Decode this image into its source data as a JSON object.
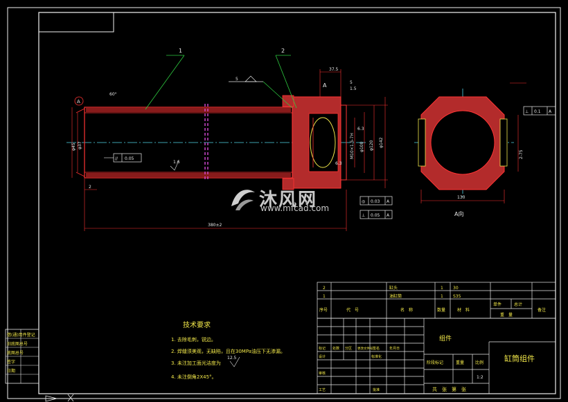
{
  "watermark": {
    "name": "沐风网",
    "url": "www.mfcad.com"
  },
  "parts_callouts": [
    "1",
    "2"
  ],
  "view_label_a_top": "A",
  "view_label_a_bottom": "A向",
  "datum_a": "A",
  "dims": {
    "d_outer": "φ45",
    "d_inner": "φ37",
    "length_total": "380±2",
    "chamfer": "60°",
    "gap": "2",
    "roughness_a": "1.6",
    "roughness_b": "6.3",
    "roughness_c": "6.3",
    "flange_37": "37.5",
    "flange_5": "5",
    "flange_15": "1.5",
    "thread": "M10×1.5-7H",
    "d_100": "φ100",
    "d_120": "φ120",
    "d_142": "φ142",
    "view_width": "130",
    "view_height": "2-75",
    "weld_5": "5"
  },
  "tolerance_frames": [
    {
      "symbol": "//",
      "value": "0.05"
    },
    {
      "symbol": "◎",
      "value": "0.03",
      "datum": "A"
    },
    {
      "symbol": "⊥",
      "value": "0.05",
      "datum": "A"
    },
    {
      "symbol": "⊥",
      "value": "0.1",
      "datum": "A"
    }
  ],
  "tech_requirements": {
    "title": "技术要求",
    "items": [
      "1.  去除毛刺，锐边。",
      "2.  焊缝须美观，无缺陷，且在30MPa油压下无渗漏。",
      "3.  未注加工面光洁度为",
      "4.  未注倒角2X45°。"
    ],
    "roughness_note": "12.5"
  },
  "bom": {
    "rows": [
      {
        "no": "2",
        "name": "缸头",
        "qty": "1",
        "material": "30"
      },
      {
        "no": "1",
        "name": "油缸筒",
        "qty": "1",
        "material": "S35"
      }
    ],
    "header": {
      "no": "序号",
      "code": "代　号",
      "name": "名　称",
      "qty": "数量",
      "material": "材　料",
      "single": "单件",
      "total": "总计",
      "weight": "重　量",
      "remark": "备注"
    }
  },
  "title_block": {
    "assembly": "组件",
    "drawing_name": "缸筒组件",
    "stage_label": "阶段标记",
    "weight_label": "重量",
    "scale_label": "比例",
    "scale_value": "1:2",
    "sheets": "共　张　第　张",
    "signature_cols": [
      "标记",
      "处数",
      "分区",
      "更改文件号",
      "签名",
      "年月日"
    ],
    "signature_rows": [
      "设计",
      "审核",
      "工艺"
    ],
    "standardize": "标准化",
    "approve": "批准"
  },
  "side_strip": [
    "借(通)用件登记",
    "旧底图总号",
    "底图总号",
    "签字",
    "日期"
  ]
}
